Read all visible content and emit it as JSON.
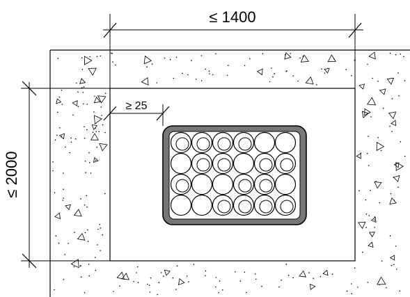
{
  "dimensions": {
    "max_width": "≤ 1400",
    "max_height": "≤ 2000",
    "min_gap": "≥ 25"
  },
  "colors": {
    "line": "#000000",
    "concrete_fill": "#ffffff",
    "opening_fill": "#ffffff",
    "sleeve_fill": "#777777",
    "pipe_fill": "#ffffff"
  },
  "cable_grid": {
    "rows": 4,
    "cols": 6,
    "inner_cable_pattern": [
      [
        1,
        1,
        1,
        1,
        0,
        0
      ],
      [
        0,
        1,
        1,
        0,
        1,
        1
      ],
      [
        1,
        0,
        0,
        1,
        1,
        0
      ],
      [
        0,
        0,
        1,
        1,
        1,
        1
      ]
    ]
  }
}
